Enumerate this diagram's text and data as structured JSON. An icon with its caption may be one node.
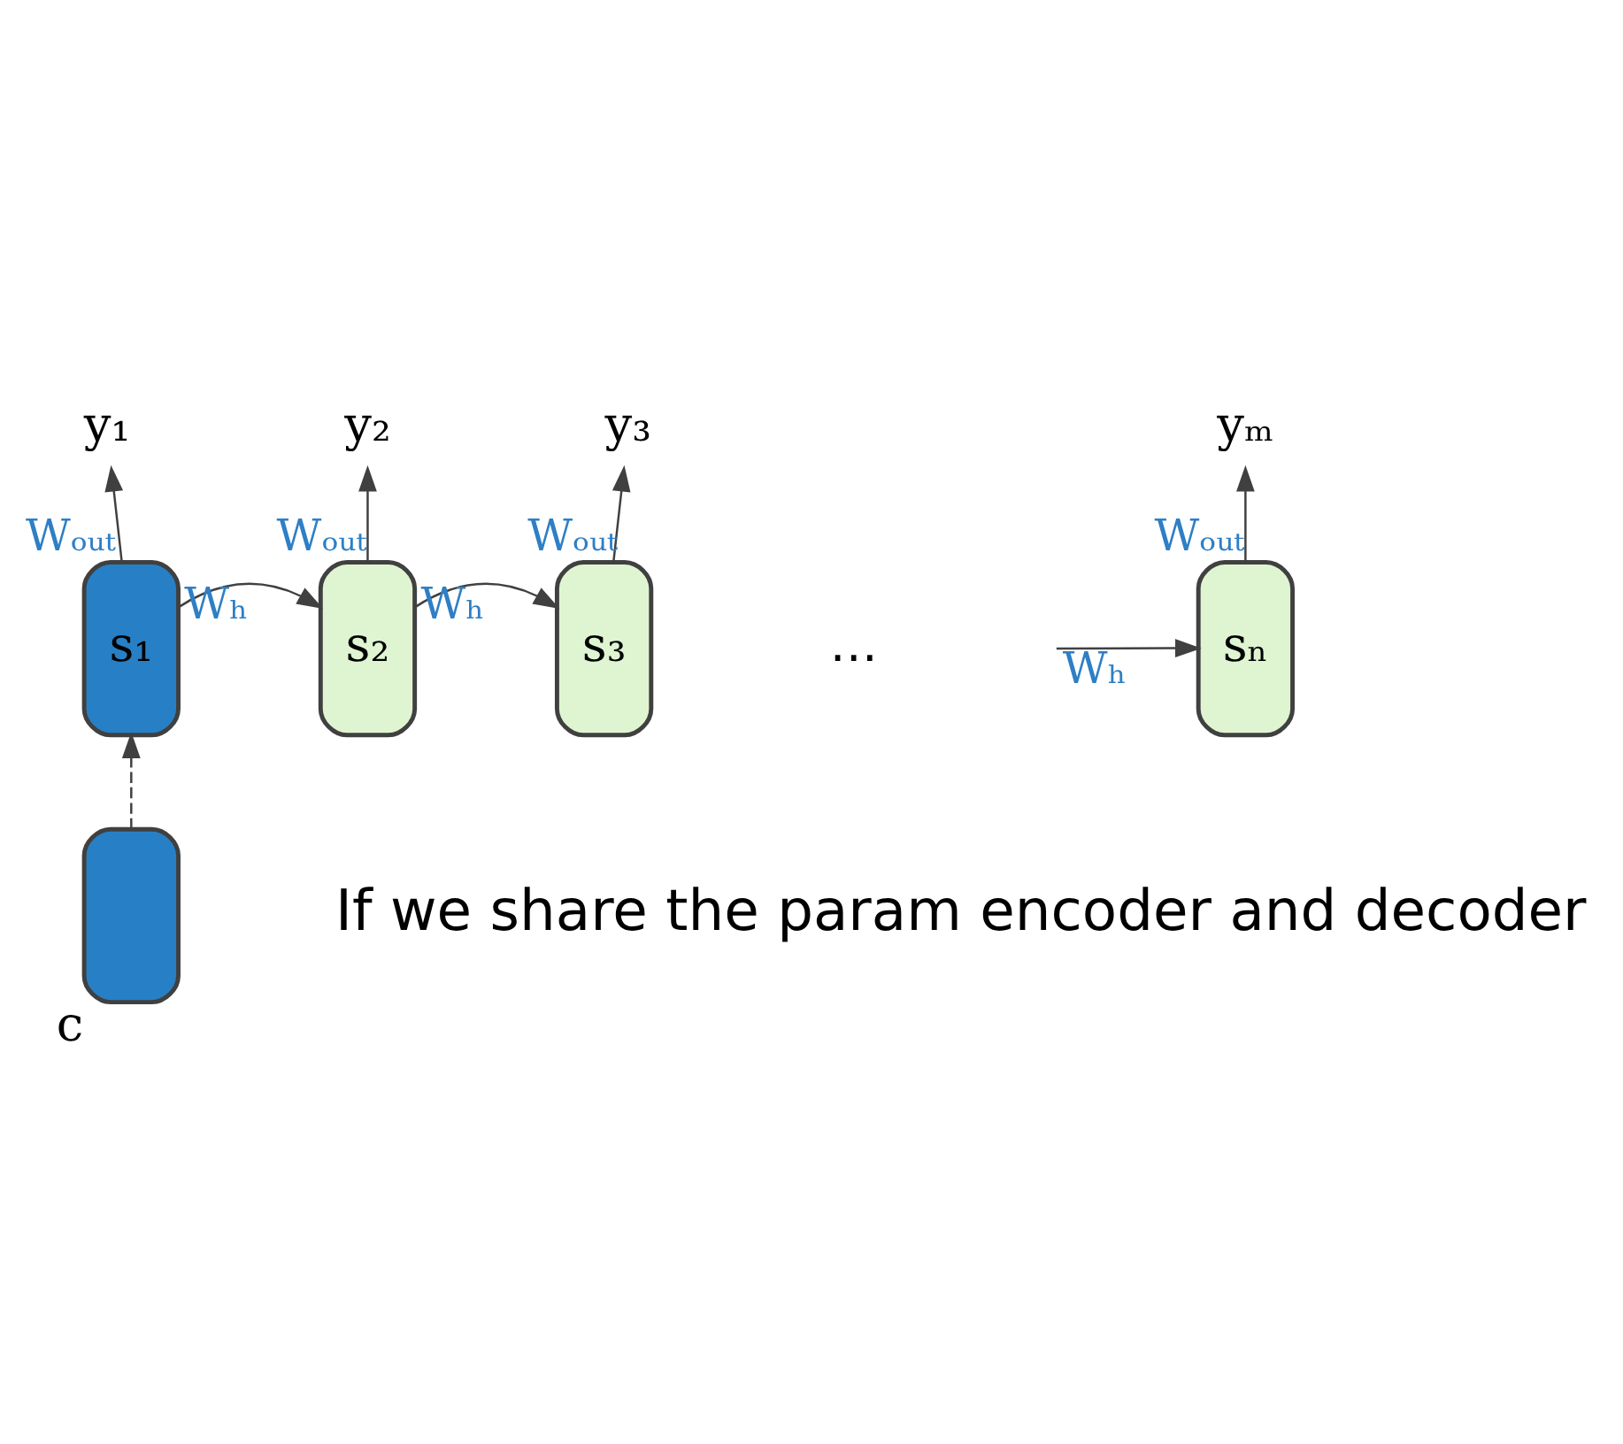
{
  "diagram": {
    "nodes": [
      {
        "text": [
          "s₁"
        ]
      },
      {
        "text": [
          "s₂"
        ]
      },
      {
        "text": [
          "s₃"
        ]
      },
      {
        "text": [
          "sₙ"
        ]
      },
      {
        "text": [],
        "shape": "box",
        "beside": [
          "c"
        ]
      },
      {
        "text": [
          "y₁"
        ]
      },
      {
        "text": [
          "y₂"
        ]
      },
      {
        "text": [
          "y₃"
        ]
      },
      {
        "text": [
          "yₘ"
        ]
      }
    ],
    "edges": [
      {
        "from": 0,
        "to": 5,
        "arrow": "to",
        "label": "Wₒᵤₜ"
      },
      {
        "from": 1,
        "to": 6,
        "arrow": "to",
        "label": "Wₒᵤₜ"
      },
      {
        "from": 2,
        "to": 7,
        "arrow": "to",
        "label": "Wₒᵤₜ"
      },
      {
        "from": 3,
        "to": 8,
        "arrow": "to",
        "label": "Wₒᵤₜ"
      },
      {
        "from": 0,
        "to": 1,
        "arrow": "to",
        "label": "Wₕ"
      },
      {
        "from": 1,
        "to": 2,
        "arrow": "to",
        "label": "Wₕ"
      },
      {
        "from": null,
        "to": 3,
        "arrow": "to",
        "label": "Wₕ"
      },
      {
        "from": 4,
        "to": 0,
        "arrow": "to",
        "style": "dashed"
      }
    ],
    "labels": [
      "…",
      "If we share the param encoder and decoder"
    ]
  }
}
